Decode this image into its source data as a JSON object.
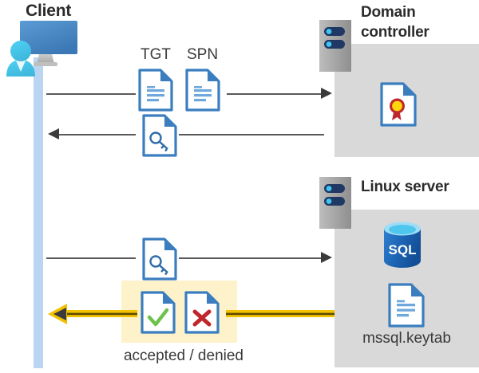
{
  "diagram": {
    "title": "Kerberos authentication flow between Client, Domain controller and Linux server",
    "background": "#ffffff"
  },
  "colors": {
    "doc_blue": "#3a7ebf",
    "doc_blue_dark": "#2f6da8",
    "panel_gray": "#d9d9d9",
    "rack_gray": "#a6a6a6",
    "rack_badge": "#1f3864",
    "rack_led": "#41c6f0",
    "line_gray": "#595959",
    "lifeline_blue": "#b9d5f2",
    "highlight_yellow": "#fdf2c9",
    "arrow_gold": "#f2c200",
    "arrow_core": "#5c4a00",
    "check_green": "#6cc24a",
    "cross_red": "#c0272d",
    "seal_red": "#c0272d",
    "seal_yellow": "#ffd60a",
    "sql_blue": "#0f6cbd",
    "monitor_blue": "#4a8fd4",
    "person_cyan": "#41c6f0",
    "title_text": "#2b2b2b",
    "label_text": "#3a3a3a"
  },
  "client": {
    "title": "Client",
    "icon": "user-at-computer-icon",
    "lifeline": "client-lifeline"
  },
  "domain_controller": {
    "title": "Domain controller",
    "rack_icon": "server-rack-icon",
    "contents": [
      {
        "icon": "certificate-document-icon",
        "label": ""
      }
    ]
  },
  "linux_server": {
    "title": "Linux server",
    "rack_icon": "server-rack-icon",
    "contents": [
      {
        "icon": "sql-database-icon",
        "label": "SQL"
      },
      {
        "icon": "keytab-document-icon",
        "label": "mssql.keytab"
      }
    ]
  },
  "flows": [
    {
      "id": "flow-request",
      "direction": "client-to-dc",
      "style": "gray-arrow",
      "payload_labels": [
        "TGT",
        "SPN"
      ],
      "payload_icons": [
        "document-lines-icon",
        "document-lines-icon"
      ]
    },
    {
      "id": "flow-ticket-back",
      "direction": "dc-to-client",
      "style": "gray-arrow",
      "payload_labels": [],
      "payload_icons": [
        "document-key-icon"
      ]
    },
    {
      "id": "flow-present-ticket",
      "direction": "client-to-linux",
      "style": "gray-arrow",
      "payload_labels": [],
      "payload_icons": [
        "document-key-icon"
      ]
    },
    {
      "id": "flow-verdict",
      "direction": "linux-to-client",
      "style": "gold-arrow",
      "payload_labels": [
        "accepted / denied"
      ],
      "payload_icons": [
        "document-check-icon",
        "document-cross-icon"
      ],
      "highlighted": true
    }
  ],
  "labels": {
    "tgt": "TGT",
    "spn": "SPN",
    "keytab": "mssql.keytab",
    "verdict": "accepted / denied",
    "sql": "SQL"
  }
}
